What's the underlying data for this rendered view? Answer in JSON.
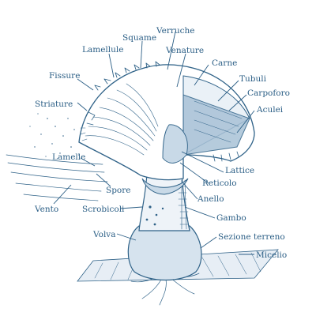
{
  "labels": {
    "verruche": "Verruche",
    "squame": "Squame",
    "lamellule": "Lamellule",
    "venature": "Venature",
    "carne": "Carne",
    "fissure": "Fissure",
    "tubuli": "Tubuli",
    "carpoforo": "Carpoforo",
    "striature": "Striature",
    "aculei": "Aculei",
    "lamelle": "Lamelle",
    "lattice": "Lattice",
    "reticolo": "Reticolo",
    "spore": "Spore",
    "anello": "Anello",
    "vento": "Vento",
    "scrobicoli": "Scrobicoli",
    "gambo": "Gambo",
    "volva": "Volva",
    "sezione_terreno": "Sezione terreno",
    "micelio": "Micelio"
  },
  "colors": {
    "ink": "#2f6288",
    "label": "#2c5f86",
    "fill_light": "#d6e3ee",
    "fill_mid": "#a9c2d7",
    "background": "#ffffff"
  }
}
